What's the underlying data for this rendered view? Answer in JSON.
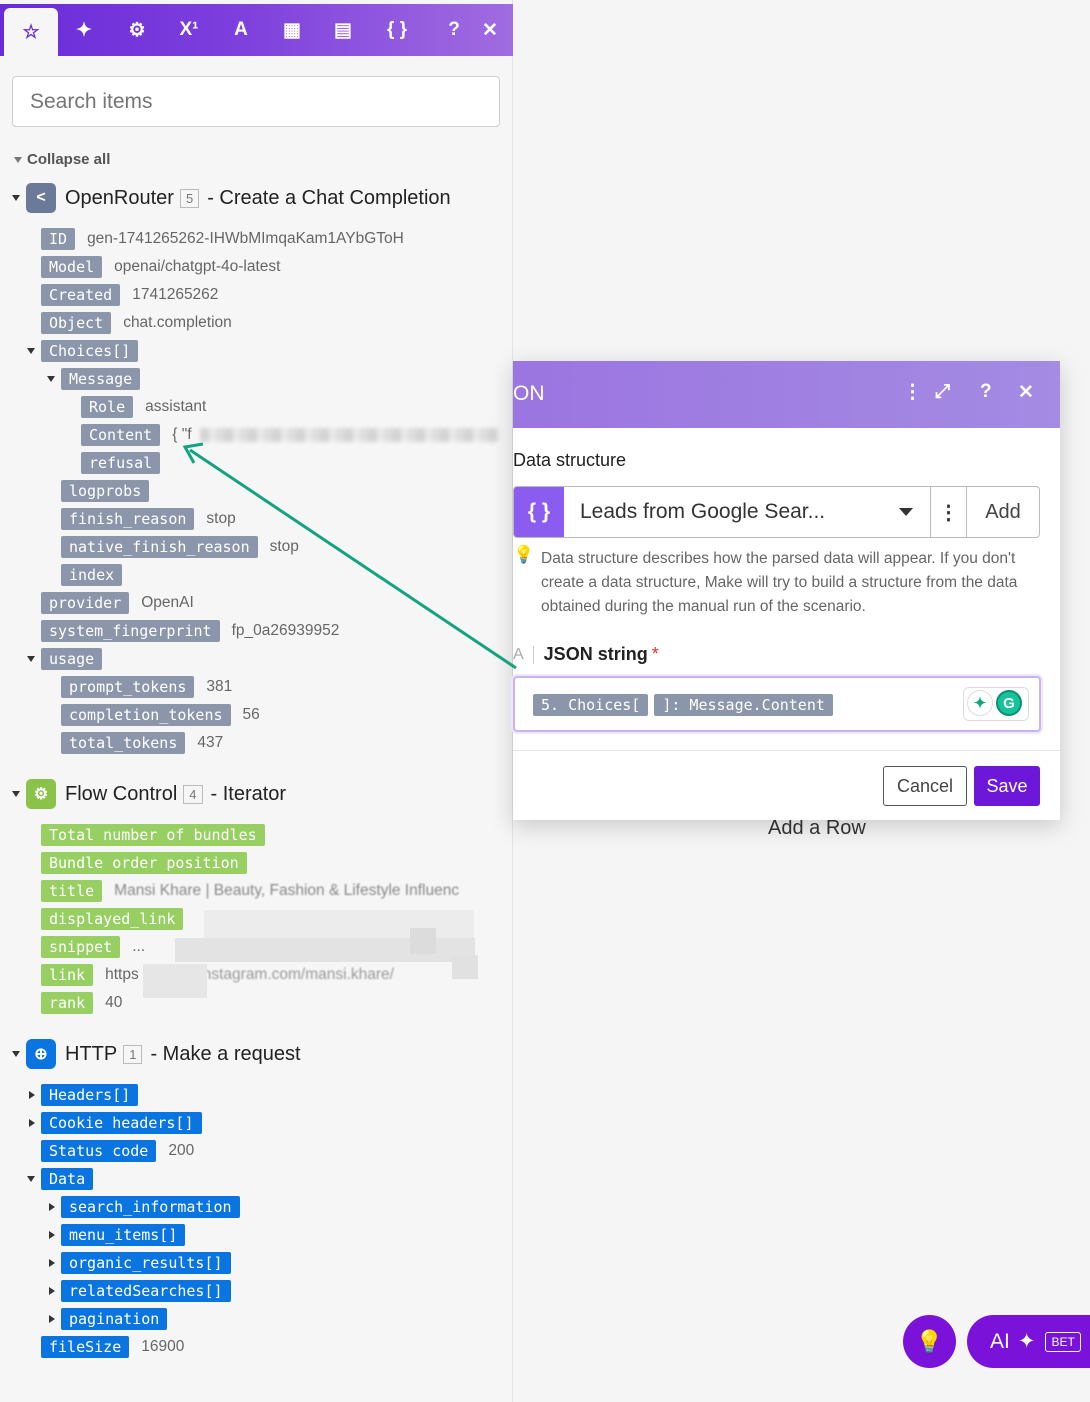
{
  "tabs": [
    "☆",
    "✦",
    "⚙",
    "X¹",
    "A",
    "▦",
    "▤",
    "{ }",
    "?",
    "✕"
  ],
  "tab_icons": [
    "star-icon",
    "sparkle-icon",
    "gear-icon",
    "superscript-icon",
    "text-icon",
    "calendar-icon",
    "table-icon",
    "braces-icon",
    "help-icon",
    "close-icon"
  ],
  "search": {
    "placeholder": "Search items"
  },
  "collapse_all": "Collapse all",
  "modules": [
    {
      "name": "OpenRouter",
      "number": "5",
      "action": "- Create a Chat Completion",
      "color": "#6b7a99"
    },
    {
      "name": "Flow Control",
      "number": "4",
      "action": "- Iterator",
      "color": "#8bc34a"
    },
    {
      "name": "HTTP",
      "number": "1",
      "action": "- Make a request",
      "color": "#0a74e0"
    }
  ],
  "openrouter": {
    "id": {
      "key": "ID",
      "value": "gen-1741265262-IHWbMImqaKam1AYbGToH"
    },
    "model": {
      "key": "Model",
      "value": "openai/chatgpt-4o-latest"
    },
    "created": {
      "key": "Created",
      "value": "1741265262"
    },
    "object": {
      "key": "Object",
      "value": "chat.completion"
    },
    "choices": "Choices[]",
    "message": "Message",
    "role": {
      "key": "Role",
      "value": "assistant"
    },
    "content": {
      "key": "Content",
      "value": "{ \"f"
    },
    "refusal": "refusal",
    "logprobs": "logprobs",
    "finish_reason": {
      "key": "finish_reason",
      "value": "stop"
    },
    "native_finish_reason": {
      "key": "native_finish_reason",
      "value": "stop"
    },
    "index": "index",
    "provider": {
      "key": "provider",
      "value": "OpenAI"
    },
    "system_fingerprint": {
      "key": "system_fingerprint",
      "value": "fp_0a26939952"
    },
    "usage": "usage",
    "prompt_tokens": {
      "key": "prompt_tokens",
      "value": "381"
    },
    "completion_tokens": {
      "key": "completion_tokens",
      "value": "56"
    },
    "total_tokens": {
      "key": "total_tokens",
      "value": "437"
    }
  },
  "flow": {
    "total": "Total number of bundles",
    "position": "Bundle order position",
    "title": {
      "key": "title",
      "value": "Mansi Khare | Beauty, Fashion & Lifestyle Influenc"
    },
    "displayed_link": "displayed_link",
    "snippet": {
      "key": "snippet",
      "value": "..."
    },
    "link": {
      "key": "link",
      "value": "https",
      "value2": "nstagram.com/mansi.khare/"
    },
    "rank": {
      "key": "rank",
      "value": "40"
    }
  },
  "http": {
    "headers": "Headers[]",
    "cookie_headers": "Cookie headers[]",
    "status_code": {
      "key": "Status code",
      "value": "200"
    },
    "data": "Data",
    "search_information": "search_information",
    "menu_items": "menu_items[]",
    "organic_results": "organic_results[]",
    "related_searches": "relatedSearches[]",
    "pagination": "pagination",
    "file_size": {
      "key": "fileSize",
      "value": "16900"
    }
  },
  "dialog": {
    "title": "ON",
    "header_icons": [
      "⋮",
      "⤢",
      "?",
      "✕"
    ],
    "data_structure_label": "Data structure",
    "selected_structure": "Leads from Google Sear...",
    "add_label": "Add",
    "hint": "Data structure describes how the parsed data will appear. If you don't create a data structure, Make will try to build a structure from the data obtained during the manual run of the scenario.",
    "json_label_type": "A",
    "json_label": "JSON string",
    "required_mark": "*",
    "json_pills": [
      "5. Choices[",
      "]: Message.Content"
    ],
    "cancel": "Cancel",
    "save": "Save"
  },
  "canvas": {
    "add_row": "Add a Row"
  },
  "fab": {
    "ai_label": "AI",
    "beta_label": "BET"
  },
  "colors": {
    "accent": "#6d18d9",
    "arrow": "#14a37f"
  }
}
